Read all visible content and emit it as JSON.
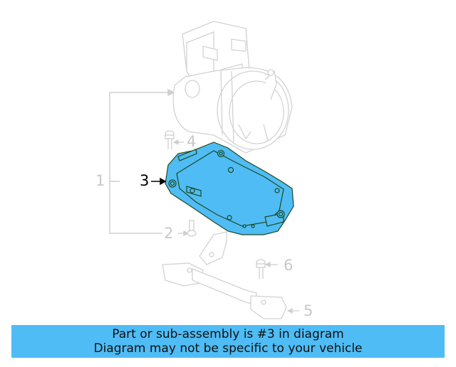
{
  "diagram": {
    "highlight_color": "#4fbcf5",
    "line_color": "#cfcfcf",
    "callouts": [
      {
        "number": "1",
        "part": "compressor-assembly"
      },
      {
        "number": "2",
        "part": "bolt"
      },
      {
        "number": "3",
        "part": "bracket-plate",
        "highlighted": true
      },
      {
        "number": "4",
        "part": "bolt"
      },
      {
        "number": "5",
        "part": "mount-crossmember"
      },
      {
        "number": "6",
        "part": "bolt"
      }
    ]
  },
  "banner": {
    "line1": "Part or sub-assembly is #3 in diagram",
    "line2": "Diagram may not be specific to your vehicle",
    "background": "#4fbcf5"
  }
}
